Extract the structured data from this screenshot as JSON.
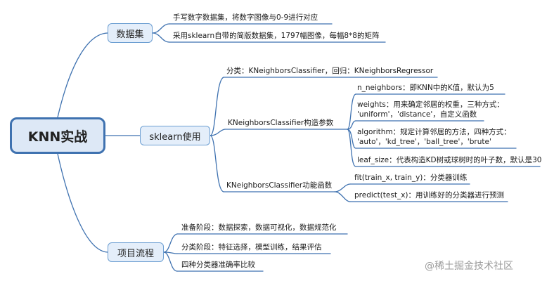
{
  "root": {
    "label": "KNN实战"
  },
  "dataset": {
    "label": "数据集",
    "items": [
      "手写数字数据集，将数字图像与0-9进行对应",
      "采用sklearn自带的简版数据集，1797幅图像，每幅8*8的矩阵"
    ]
  },
  "sklearn": {
    "label": "sklearn使用",
    "classification": "分类：KNeighborsClassifier，回归：KNeighborsRegressor",
    "constructor": {
      "label": "KNeighborsClassifier构造参数",
      "params": [
        "n_neighbors：即KNN中的K值，默认为5",
        "weights：用来确定邻居的权重，三种方式：",
        "'uniform'，'distance'，自定义函数",
        "algorithm：规定计算邻居的方法，四种方式：",
        "'auto'，'kd_tree'，'ball_tree'，'brute'",
        "leaf_size：代表构造KD树或球树时的叶子数，默认是30"
      ]
    },
    "functions": {
      "label": "KNeighborsClassifier功能函数",
      "items": [
        "fit(train_x, train_y)：分类器训练",
        "predict(test_x)：用训练好的分类器进行预测"
      ]
    }
  },
  "process": {
    "label": "项目流程",
    "items": [
      "准备阶段：数据探索，数据可视化，数据规范化",
      "分类阶段：特征选择，模型训练，结果评估",
      "四种分类器准确率比较"
    ]
  },
  "watermark": "@稀土掘金技术社区",
  "colors": {
    "line": "#3f72b0",
    "root_fill": "#dde8f6",
    "main_fill": "#e4eefa"
  }
}
